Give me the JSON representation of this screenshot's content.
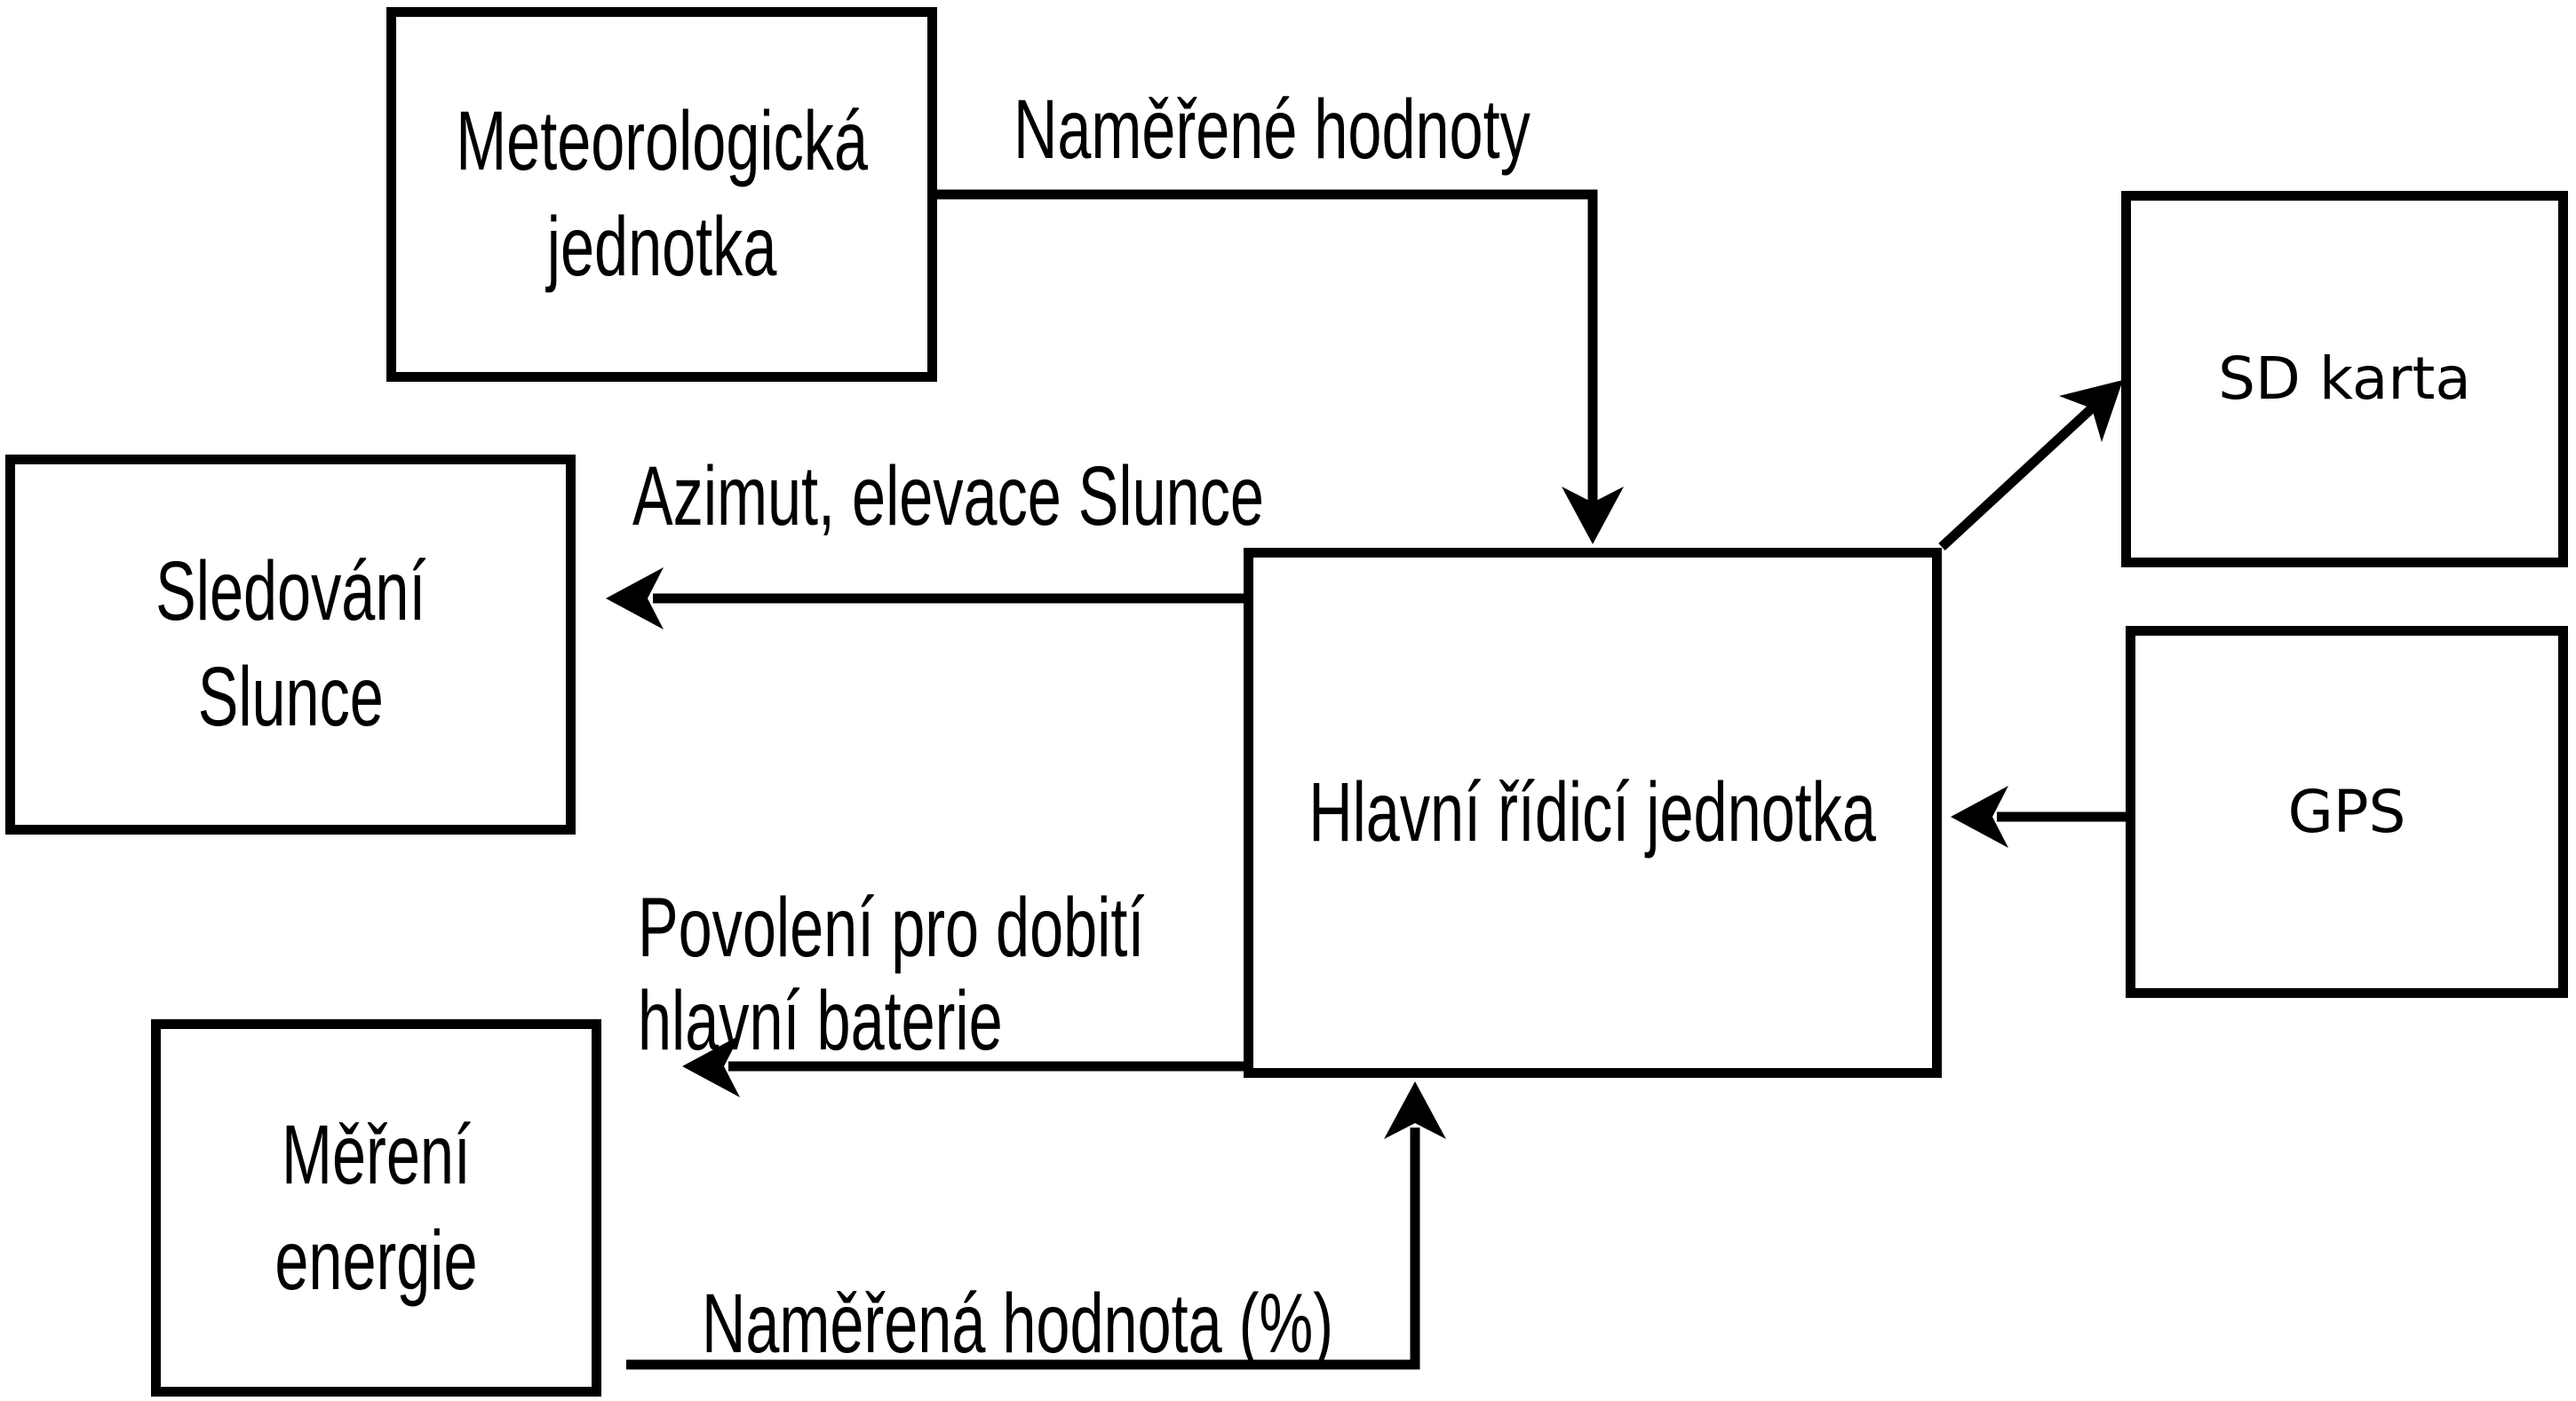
{
  "colors": {
    "background": "#ffffff",
    "stroke": "#000000",
    "text": "#000000"
  },
  "boxes": {
    "meteo": {
      "line1": "Meteorologická",
      "line2": "jednotka"
    },
    "sledovani": {
      "line1": "Sledování",
      "line2": "Slunce"
    },
    "mereni": {
      "line1": "Měření",
      "line2": "energie"
    },
    "hlavni": {
      "line1": "Hlavní řídicí jednotka"
    },
    "sd": {
      "line1": "SD karta"
    },
    "gps": {
      "line1": "GPS"
    }
  },
  "edges": {
    "meteo_to_hlavni": {
      "from": "meteo",
      "to": "hlavni",
      "label": "Naměřené hodnoty"
    },
    "hlavni_to_sledovani": {
      "from": "hlavni",
      "to": "sledovani",
      "label": "Azimut, elevace Slunce"
    },
    "hlavni_to_sd": {
      "from": "hlavni",
      "to": "sd"
    },
    "gps_to_hlavni": {
      "from": "gps",
      "to": "hlavni"
    },
    "hlavni_to_battery": {
      "from": "hlavni",
      "label_line1": "Povolení pro dobití",
      "label_line2": "hlavní baterie"
    },
    "mereni_to_hlavni": {
      "from": "mereni",
      "to": "hlavni",
      "label": "Naměřená hodnota (%)"
    }
  }
}
